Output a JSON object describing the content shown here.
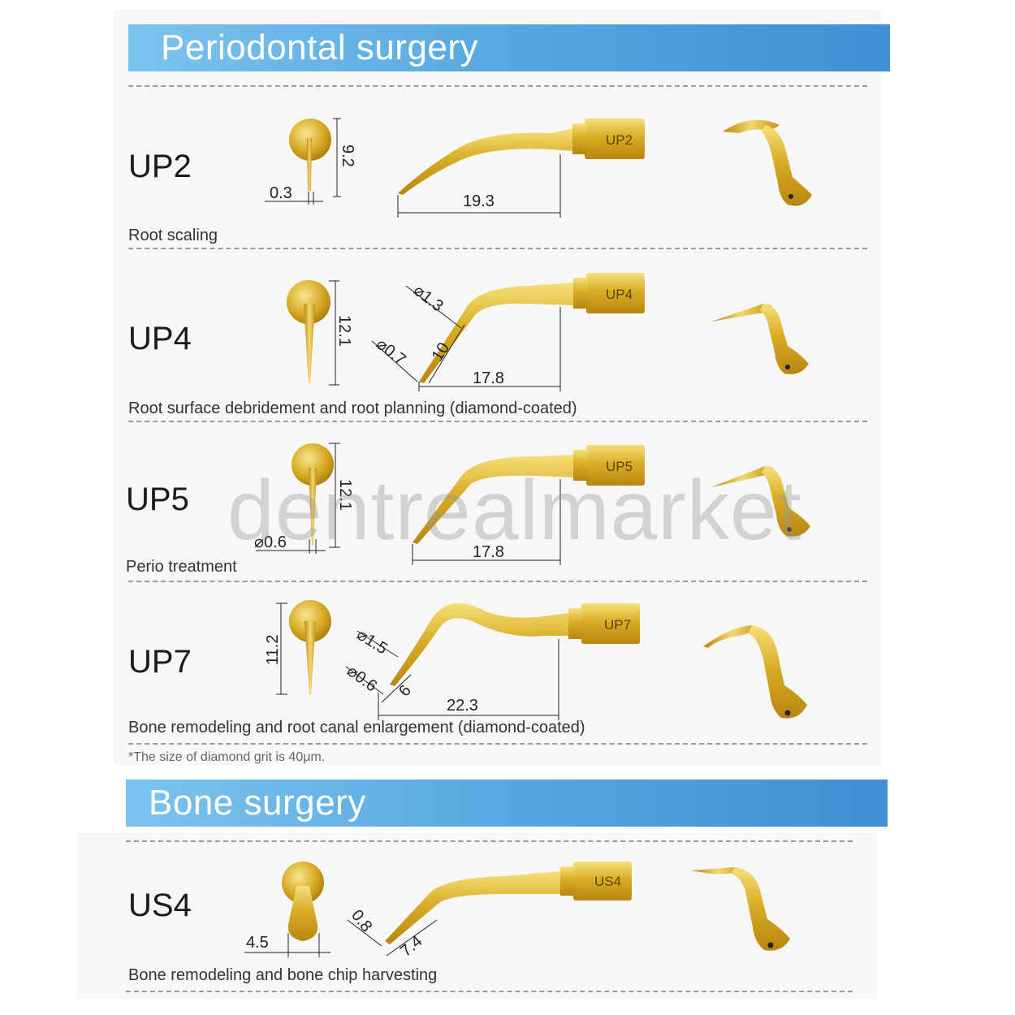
{
  "sections": [
    {
      "title": "Periodontal surgery"
    },
    {
      "title": "Bone surgery"
    }
  ],
  "tips": [
    {
      "code": "UP2",
      "description": "Root scaling",
      "tip_label": "UP2",
      "front_height": "9.2",
      "front_width": "0.3",
      "side_length": "19.3"
    },
    {
      "code": "UP4",
      "description": "Root surface debridement and root planning (diamond-coated)",
      "tip_label": "UP4",
      "front_height": "12.1",
      "dia_top": "⌀1.3",
      "dia_tip": "⌀0.7",
      "slant_length": "10",
      "side_length": "17.8"
    },
    {
      "code": "UP5",
      "description": "Perio treatment",
      "tip_label": "UP5",
      "front_height": "12.1",
      "front_width": "⌀0.6",
      "side_length": "17.8"
    },
    {
      "code": "UP7",
      "description": "Bone remodeling and root canal enlargement (diamond-coated)",
      "tip_label": "UP7",
      "front_height": "11.2",
      "dia_top": "⌀1.5",
      "dia_tip": "⌀0.6",
      "slant_length": "6",
      "side_length": "22.3"
    },
    {
      "code": "US4",
      "description": "Bone remodeling and bone chip harvesting",
      "tip_label": "US4",
      "front_width": "4.5",
      "dia_tip": "0.8",
      "slant_length": "7.4"
    }
  ],
  "footnote": "*The size of diamond grit is 40μm.",
  "watermark": "dentrealmarket",
  "colors": {
    "gold": "#d6a920",
    "gold_light": "#f3d870",
    "banner_start": "#7cc3ee",
    "banner_end": "#3f8fd3"
  }
}
